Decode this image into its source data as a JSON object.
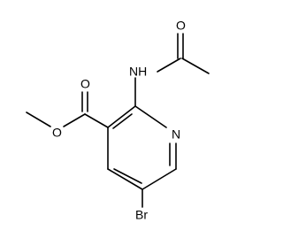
{
  "molecule": {
    "atoms": {
      "carbonyl_o_amide": "O",
      "amide_n": "NH",
      "ring_n": "N",
      "ester_o_double": "O",
      "ester_o_single": "O",
      "bromine": "Br"
    }
  }
}
